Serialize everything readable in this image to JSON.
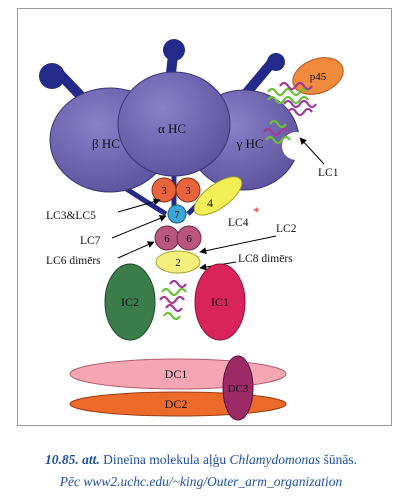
{
  "labels": {
    "beta_hc": "β HC",
    "alpha_hc": "α HC",
    "gamma_hc": "γ HC",
    "p45": "p45",
    "lc1": "LC1",
    "lc3": "3",
    "lc7_num": "7",
    "lc4_num": "4",
    "lc6_num": "6",
    "lc8_num": "2",
    "lc3_lc5": "LC3&LC5",
    "lc7": "LC7",
    "lc6_dimer": "LC6 dimērs",
    "lc4": "LC4",
    "lc4_star": "*",
    "lc2": "LC2",
    "lc8_dimer": "LC8 dimērs",
    "ic2": "IC2",
    "ic1": "IC1",
    "dc1": "DC1",
    "dc2": "DC2",
    "dc3": "DC3"
  },
  "caption": {
    "fig_number": "10.85. att.",
    "text_before": "Dineīna molekula aļģu",
    "species": "Chlamydomonas",
    "text_after": "šūnās.",
    "source": "Pēc www2.uchc.edu/~king/Outer_arm_organization"
  },
  "colors": {
    "heavy_chain": "#6a5fae",
    "stalk": "#232a8a",
    "p45": "#f08a3c",
    "lc3": "#e8643c",
    "lc7": "#3aa7d8",
    "lc4": "#f2ee55",
    "lc6": "#b8567e",
    "lc8": "#f4ef7a",
    "ic2": "#3a7d4a",
    "ic1": "#d8245a",
    "dc1": "#f4a6b4",
    "dc2": "#ee6a2a",
    "dc3": "#9b2a66",
    "coil_green": "#6bbf3a",
    "coil_purple": "#a23c96",
    "caption": "#1f4fa3",
    "star": "#e02020"
  }
}
